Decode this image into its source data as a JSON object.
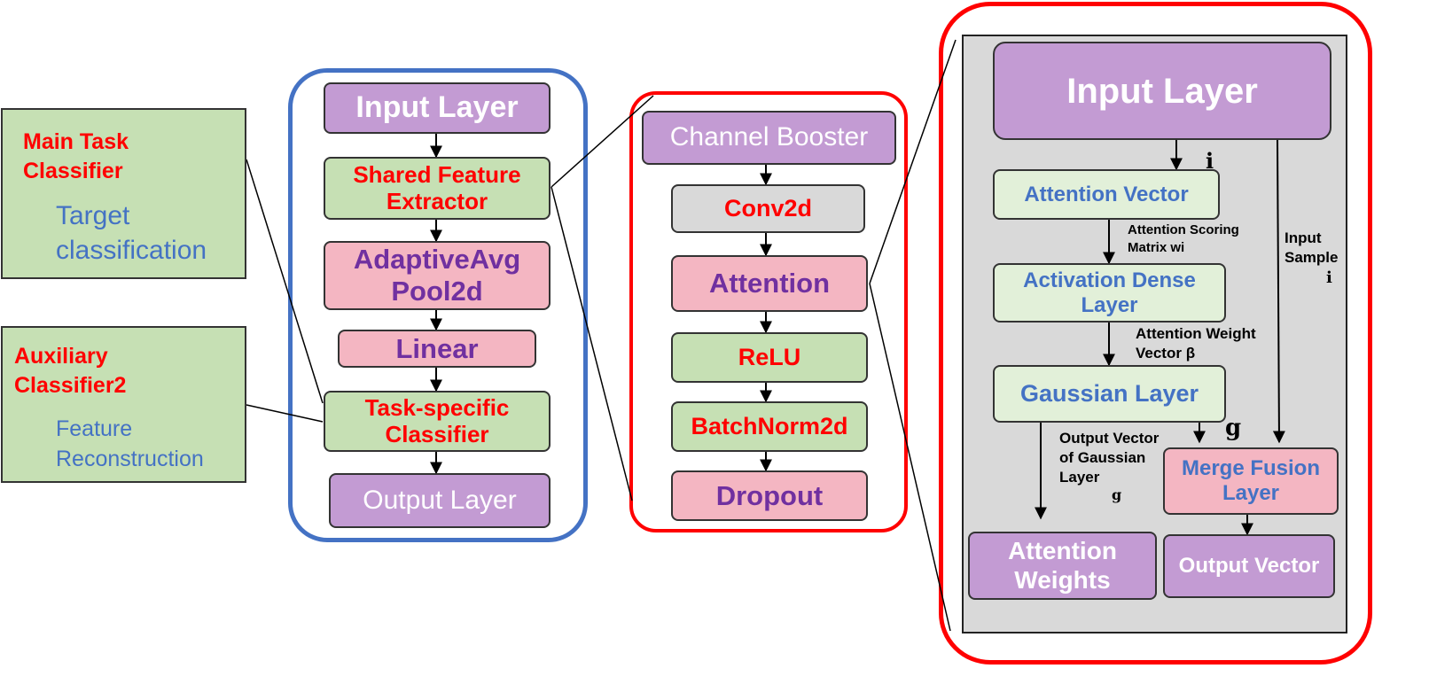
{
  "colors": {
    "blue_frame": "#4472c4",
    "red_frame": "#ff0000",
    "purple": "#c39bd3",
    "green": "#c6e0b4",
    "pink": "#f4b6c2",
    "grey": "#d9d9d9"
  },
  "left_panels": {
    "main": {
      "title": "Main Task Classifier",
      "subtitle": "Target classification"
    },
    "aux": {
      "title": "Auxiliary Classifier2",
      "subtitle": "Feature Reconstruction"
    }
  },
  "blue_column": {
    "input": "Input Layer",
    "shared": "Shared Feature Extractor",
    "pool": "AdaptiveAvg Pool2d",
    "linear": "Linear",
    "task": "Task-specific Classifier",
    "output": "Output Layer"
  },
  "red_column": {
    "booster": "Channel Booster",
    "conv": "Conv2d",
    "attention": "Attention",
    "relu": "ReLU",
    "bn": "BatchNorm2d",
    "dropout": "Dropout"
  },
  "attention_detail": {
    "input": "Input Layer",
    "att_vector": "Attention Vector",
    "act_dense": "Activation Dense Layer",
    "gaussian": "Gaussian Layer",
    "merge": "Merge Fusion Layer",
    "att_weights": "Attention Weights",
    "output_vector": "Output Vector",
    "label_scoring": "Attention Scoring\nMatrix  wi",
    "label_weight": "Attention Weight\nVector β",
    "label_gauss_out": "Output Vector\nof Gaussian\nLayer",
    "label_input_sample": "Input\nSample",
    "sym_i_top": "i",
    "sym_i_side": "i",
    "sym_g_big": "g",
    "sym_g_small": "g"
  }
}
